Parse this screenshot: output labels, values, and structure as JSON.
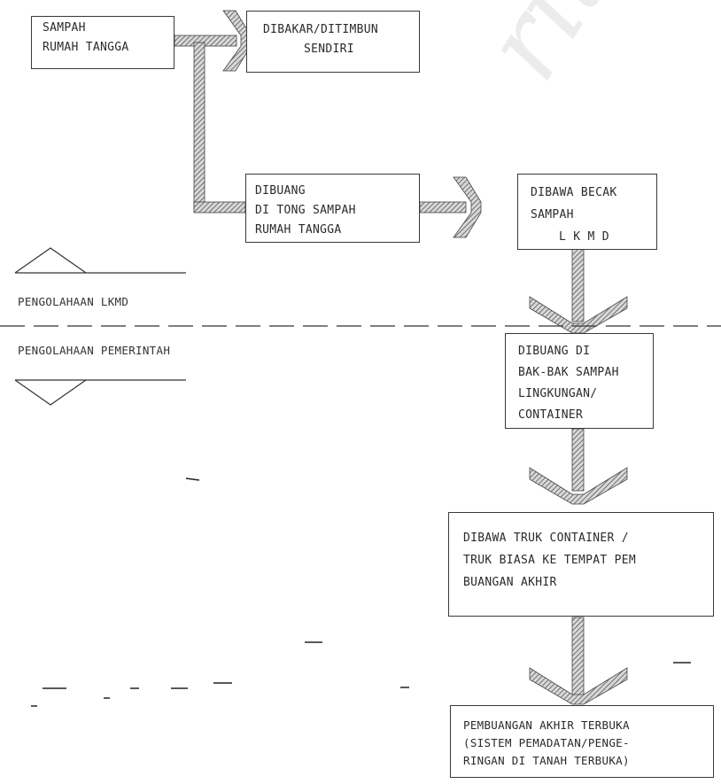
{
  "boxes": {
    "household": [
      "SAMPAH",
      "RUMAH TANGGA"
    ],
    "burned": [
      "DIBAKAR/DITIMBUN",
      "SENDIRI"
    ],
    "bin": [
      "DIBUANG",
      "DI TONG SAMPAH",
      "RUMAH TANGGA"
    ],
    "becak": [
      "DIBAWA BECAK",
      "SAMPAH",
      "L K M D"
    ],
    "container": [
      "DIBUANG DI",
      "BAK-BAK SAMPAH",
      "LINGKUNGAN/",
      "CONTAINER"
    ],
    "truck": [
      "DIBAWA TRUK CONTAINER /",
      "TRUK BIASA KE TEMPAT PEM",
      "BUANGAN AKHIR"
    ],
    "final": [
      "PEMBUANGAN AKHIR TERBUKA",
      "(SISTEM PEMADATAN/PENGE-",
      "RINGAN DI TANAH TERBUKA)"
    ]
  },
  "zones": {
    "upper": "PENGOLAHAAN LKMD",
    "lower": "PENGOLAHAAN PEMERINTAH"
  },
  "watermark": "ritatis",
  "colors": {
    "line": "#3a3a3a",
    "hatch": "#777777",
    "text": "#2a2a2a"
  }
}
